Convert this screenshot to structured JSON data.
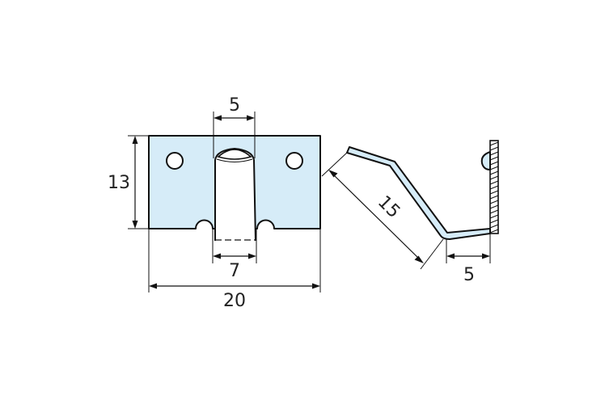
{
  "colors": {
    "part_fill": "#d6ecf8",
    "outline": "#111111",
    "text": "#222222"
  },
  "dimensions": {
    "hook_width": "5",
    "height": "13",
    "slot_width": "7",
    "total_width": "20",
    "arm_length": "15",
    "side_depth": "5"
  }
}
